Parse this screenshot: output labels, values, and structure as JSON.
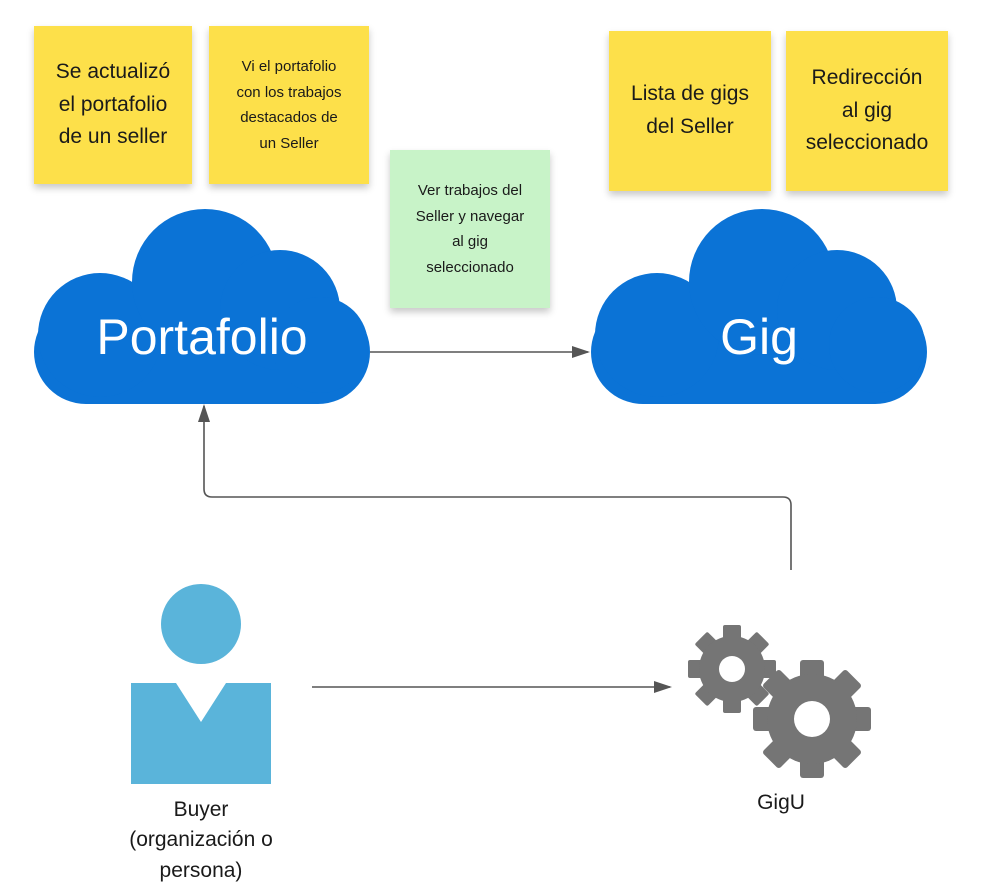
{
  "stickies": {
    "portfolio_updated": "Se actualizó\nel portafolio\nde un seller",
    "portfolio_seen": "Vi el portafolio\ncon los trabajos\ndestacados de\nun Seller",
    "view_and_navigate": "Ver trabajos del\nSeller y navegar\nal gig\nseleccionado",
    "gigs_list": "Lista de gigs\ndel Seller",
    "redirect": "Redirección\nal gig\nseleccionado"
  },
  "clouds": {
    "portfolio": "Portafolio",
    "gig": "Gig"
  },
  "actors": {
    "buyer": "Buyer\n(organización o\npersona)",
    "system": "GigU"
  },
  "colors": {
    "cloud": "#0b73d6",
    "sticky_yellow": "#fde04a",
    "sticky_green": "#c8f3c8",
    "person": "#5ab4da",
    "gears": "#757575",
    "connector": "#555555"
  }
}
